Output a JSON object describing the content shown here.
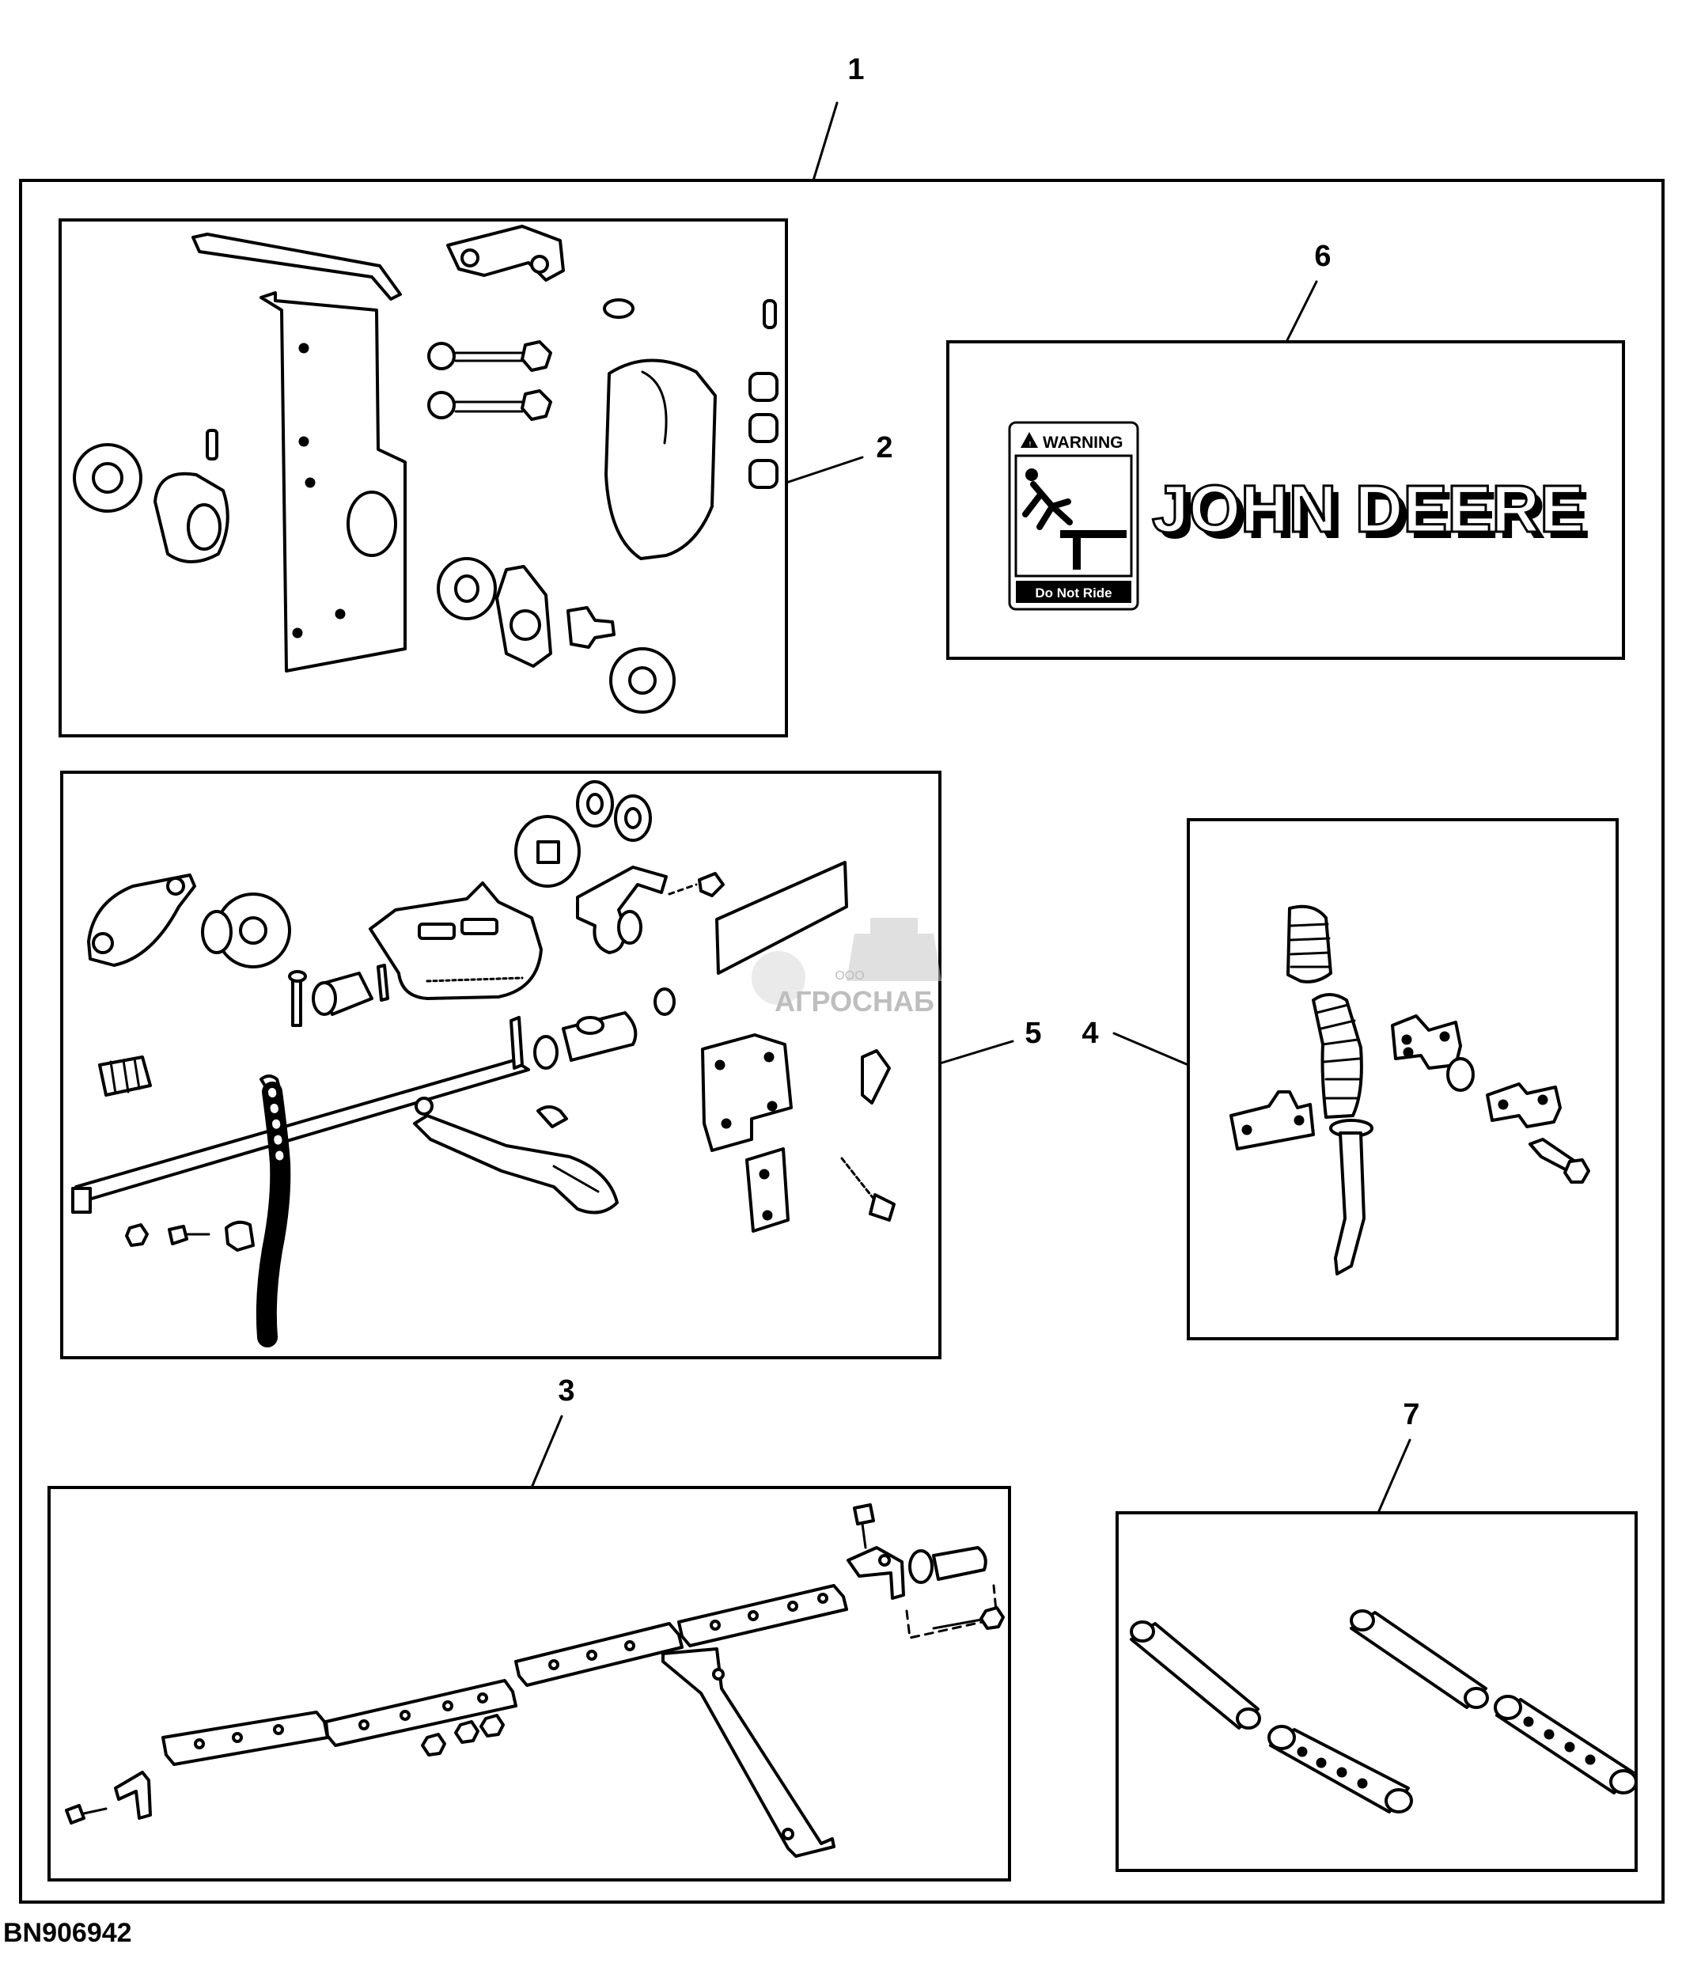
{
  "figure_id": "BN906942",
  "callouts": [
    "1",
    "2",
    "3",
    "4",
    "5",
    "6",
    "7"
  ],
  "decal": {
    "warning_title": "WARNING",
    "warning_caption": "Do Not Ride",
    "brand": "JOHN DEERE"
  },
  "watermark": {
    "small": "ООО",
    "name": "АГРОСНАБ"
  },
  "icons": [
    "warning-triangle-icon",
    "do-not-ride-pictogram-icon",
    "agrosnab-logo-icon"
  ]
}
